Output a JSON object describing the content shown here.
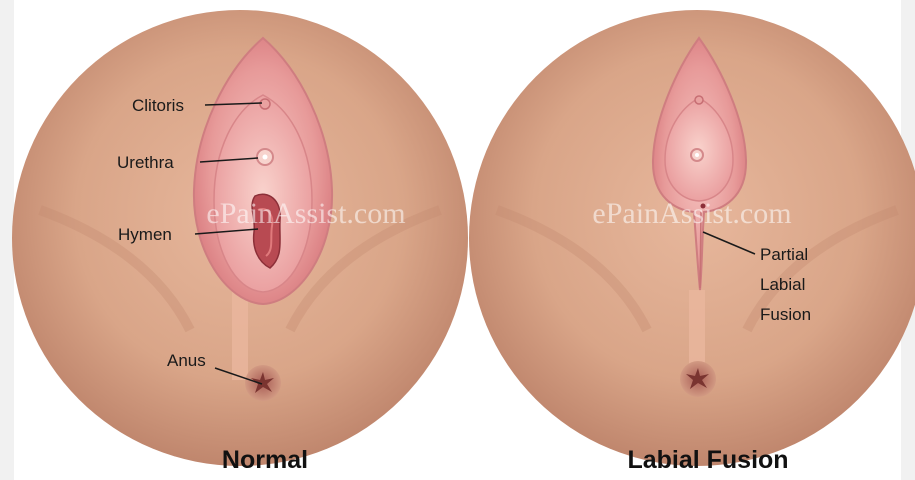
{
  "watermark": "ePainAssist.com",
  "panels": [
    {
      "caption": "Normal",
      "labels": {
        "clitoris": "Clitoris",
        "urethra": "Urethra",
        "hymen": "Hymen",
        "anus": "Anus"
      }
    },
    {
      "caption": "Labial Fusion",
      "labels": {
        "fusion_line1": "Partial",
        "fusion_line2": "Labial",
        "fusion_line3": "Fusion"
      }
    }
  ],
  "colors": {
    "skin": "#d9a588",
    "skin_dark": "#b97e66",
    "outline": "#1a1a1a",
    "labia": "#e79a99",
    "labia_inner": "#f1b5b1",
    "opening": "#b84a52"
  }
}
